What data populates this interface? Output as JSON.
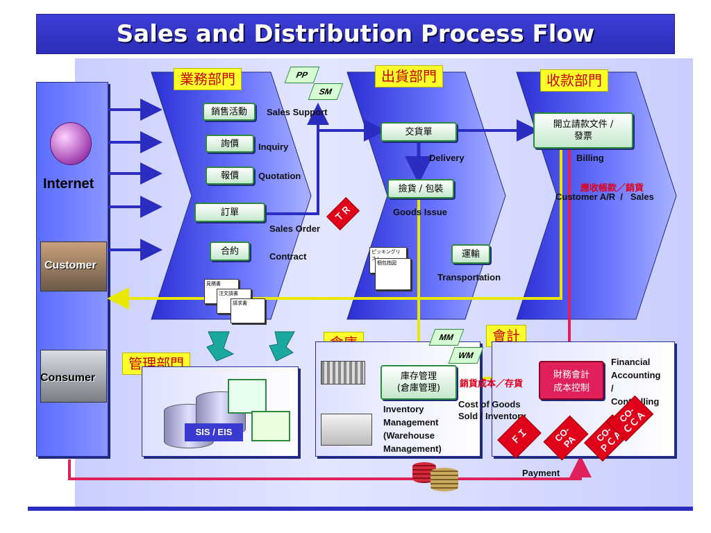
{
  "title": "Sales and Distribution Process Flow",
  "departments": {
    "sales": "業務部門",
    "shipping": "出貨部門",
    "collection": "收款部門",
    "warehouse": "倉庫",
    "accounting": "會計",
    "management": "管理部門"
  },
  "left_panel": {
    "internet": "Internet",
    "customer": "Customer",
    "consumer": "Consumer"
  },
  "modules": {
    "pp": "PP",
    "sm": "SM",
    "mm": "MM",
    "wm": "WM",
    "tr": "ＴＲ",
    "fi": "ＦＩ",
    "co_pa_1": "CO-",
    "co_pa_2": "PA",
    "co_pca_1": "CO-",
    "co_pca_2": "ＰＣＡ",
    "co_cca_1": "CO-",
    "co_cca_2": "ＣＣＡ"
  },
  "sales_flow": {
    "sales_activity": "銷售活動",
    "sales_support": "Sales Support",
    "inquiry_zh": "詢價",
    "inquiry": "Inquiry",
    "quotation_zh": "報價",
    "quotation": "Quotation",
    "sales_order_zh": "訂單",
    "sales_order": "Sales Order",
    "contract_zh": "合約",
    "contract": "Contract",
    "doc1": "見積書",
    "doc2": "注文請書",
    "doc3": "請求書"
  },
  "shipping_flow": {
    "delivery_zh": "交貨單",
    "delivery": "Delivery",
    "goods_issue_zh": "撿貨 / 包裝",
    "goods_issue": "Goods Issue",
    "transport_zh": "運輸",
    "transport": "Transportation",
    "doc1": "ピッキングリスト",
    "doc2": "梱包指図"
  },
  "collection_flow": {
    "billing_zh_1": "開立請款文件 /",
    "billing_zh_2": "發票",
    "billing": "Billing",
    "ar_zh": "應收帳款／銷貨",
    "ar": "Customer A/R  /   Sales"
  },
  "warehouse_flow": {
    "inventory_zh_1": "庫存管理",
    "inventory_zh_2": "(倉庫管理)",
    "inventory_1": "Inventory",
    "inventory_2": "Management",
    "inventory_3": "(Warehouse",
    "inventory_4": "Management)"
  },
  "accounting_flow": {
    "cogs_zh": "銷貨成本／存貨",
    "cogs_1": "Cost of Goods",
    "cogs_2": "Sold / Inventory",
    "fin_zh_1": "財務會計",
    "fin_zh_2": "成本控制",
    "fin_1": "Financial",
    "fin_2": "Accounting",
    "fin_3": "/",
    "fin_4": "Controlling"
  },
  "management_flow": {
    "sis_eis": "SIS / EIS"
  },
  "payment": "Payment",
  "colors": {
    "title_bar": "#3d3fd8",
    "flow_blue": "#2b2cc0",
    "flow_yellow": "#f0f000",
    "flow_red": "#e0205a",
    "dept_label_bg": "#ffff2a",
    "dept_label_text": "#c80000"
  }
}
